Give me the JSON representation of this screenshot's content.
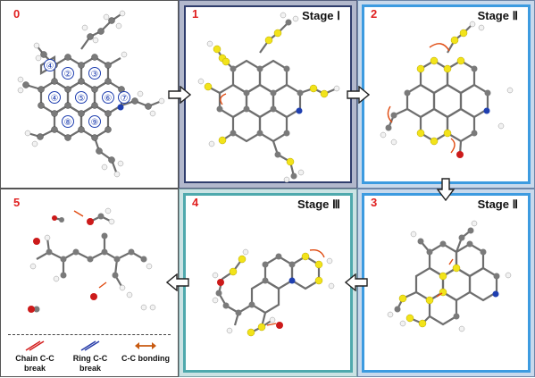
{
  "panels": [
    {
      "number": "0",
      "stage": ""
    },
    {
      "number": "1",
      "stage": "Stage Ⅰ"
    },
    {
      "number": "2",
      "stage": "Stage Ⅱ"
    },
    {
      "number": "3",
      "stage": "Stage Ⅱ"
    },
    {
      "number": "4",
      "stage": "Stage Ⅲ"
    },
    {
      "number": "5",
      "stage": ""
    }
  ],
  "ring_labels": [
    "②",
    "③",
    "④",
    "⑤",
    "⑥",
    "⑦",
    "⑧",
    "⑨",
    "④"
  ],
  "legend": {
    "chain_break": "Chain C-C break",
    "ring_break": "Ring C-C break",
    "bonding": "C-C bonding"
  },
  "colors": {
    "carbon": "#7a7a7a",
    "hydrogen": "#f0f0f0",
    "highlight": "#f2e31a",
    "oxygen": "#cc1a1a",
    "nitrogen": "#1f3fb0",
    "arrow": "#e04a10"
  }
}
